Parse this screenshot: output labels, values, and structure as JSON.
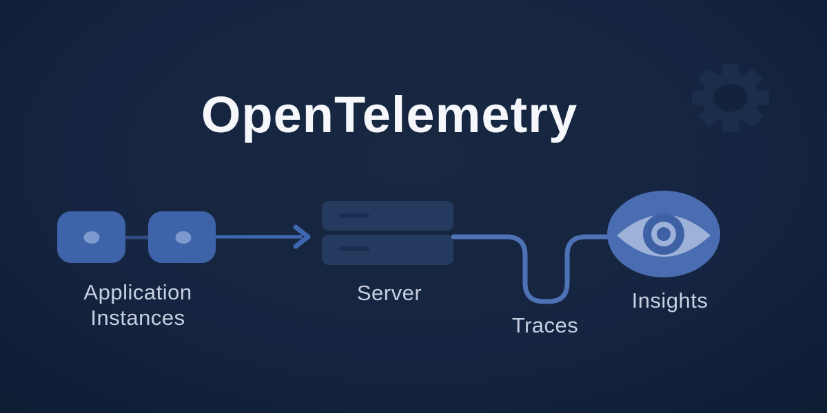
{
  "title": "OpenTelemetry",
  "labels": {
    "application_instances": "Application\nInstances",
    "server": "Server",
    "traces": "Traces",
    "insights": "Insights"
  },
  "icons": [
    {
      "name": "gear-icon",
      "meaning": "settings cog watermark, top right"
    },
    {
      "name": "application-box-icon",
      "meaning": "two rounded squares with status dot, application instances"
    },
    {
      "name": "server-icon",
      "meaning": "stacked server racks"
    },
    {
      "name": "arrow-right-icon",
      "meaning": "flow arrow from applications to server"
    },
    {
      "name": "trace-line",
      "meaning": "U-shaped connector line from server to insights"
    },
    {
      "name": "eye-icon",
      "meaning": "observability eye, insights"
    }
  ],
  "colors": {
    "background": "#152440",
    "background_corner": "#0e1c33",
    "title_text": "#f5f7fa",
    "label_text": "#c7cfe0",
    "app_box_fill": "#3e63a8",
    "app_box_dot": "#7d99ce",
    "box_connector": "#2e4c80",
    "arrow_blue": "#3f68b0",
    "server_rack_fill": "#243a5f",
    "server_rack_slot": "#1b2e50",
    "trace_line_blue": "#4d72b6",
    "eye_outer": "#4a6db2",
    "eye_sclera": "#9db1d9",
    "eye_iris": "#3d61a4",
    "gear_fill": "#1c2d4c"
  }
}
